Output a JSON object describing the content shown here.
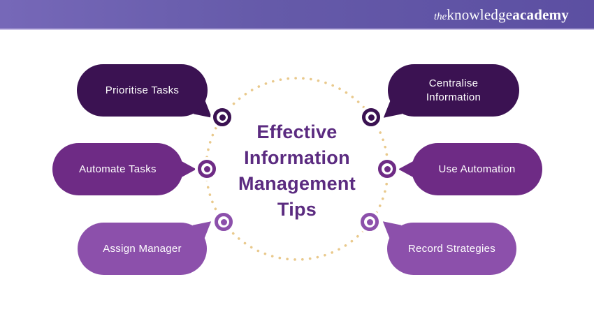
{
  "header": {
    "logo": {
      "the": "the",
      "knowledge": "knowledge",
      "academy": "academy"
    },
    "background_gradient": [
      "#7668b8",
      "#5c4fa2"
    ],
    "underline_color": "#c9c0e6",
    "text_color": "#ffffff"
  },
  "diagram": {
    "title": "Effective Information Management Tips",
    "title_color": "#5b2b80",
    "dotted_circle_color": "#e9c98c",
    "tips": [
      {
        "label": "Prioritise Tasks",
        "side": "left",
        "row": "top",
        "color": "#3b1252"
      },
      {
        "label": "Automate Tasks",
        "side": "left",
        "row": "middle",
        "color": "#6e2b85"
      },
      {
        "label": "Assign Manager",
        "side": "left",
        "row": "bottom",
        "color": "#8c50ab"
      },
      {
        "label": "Centralise Information",
        "side": "right",
        "row": "top",
        "color": "#3b1252"
      },
      {
        "label": "Use Automation",
        "side": "right",
        "row": "middle",
        "color": "#6e2b85"
      },
      {
        "label": "Record Strategies",
        "side": "right",
        "row": "bottom",
        "color": "#8c50ab"
      }
    ]
  }
}
